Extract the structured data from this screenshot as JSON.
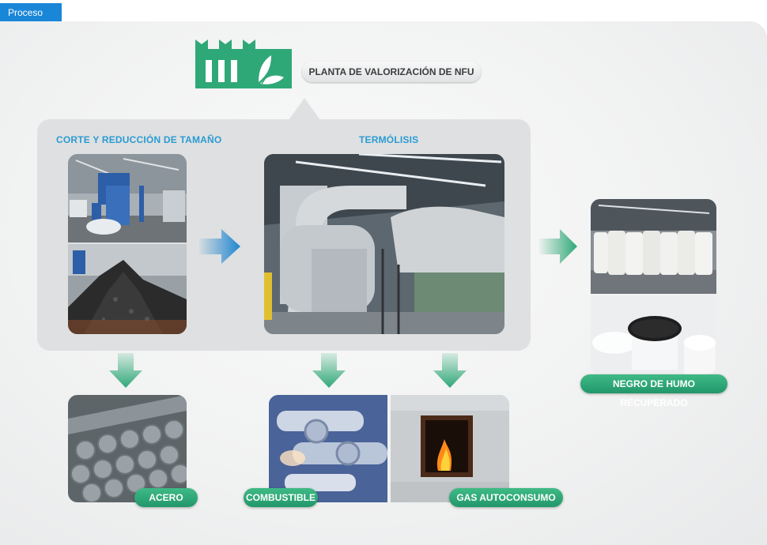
{
  "tab": {
    "label": "Proceso"
  },
  "plant": {
    "label": "PLANTA DE VALORIZACIÓN DE NFU",
    "icon": "factory-leaf-icon"
  },
  "stages": {
    "cutting": {
      "title": "CORTE Y REDUCCIÓN DE TAMAÑO"
    },
    "thermolysis": {
      "title": "TERMÓLISIS"
    }
  },
  "outputs": {
    "steel": "ACERO",
    "fuel": "COMBUSTIBLE",
    "gas": "GAS AUTOCONSUMO",
    "carbon_black": "NEGRO DE HUMO RECUPERADO"
  },
  "colors": {
    "tab": "#1a86d8",
    "title_blue": "#2b9bd3",
    "green": "#2fa877",
    "flow_blue": "#1f86d0"
  }
}
